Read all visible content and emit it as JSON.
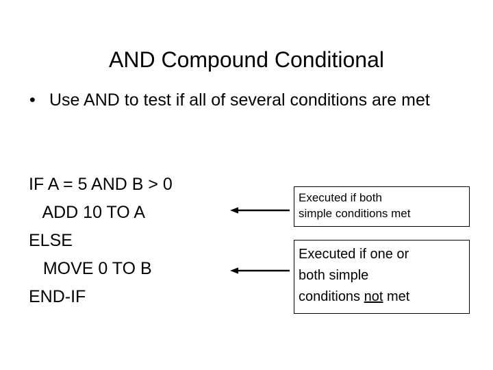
{
  "slide": {
    "title": "AND Compound Conditional",
    "background_color": "#ffffff",
    "text_color": "#000000"
  },
  "bullets": [
    {
      "marker": "•",
      "text": "Use AND to test if all of several conditions are met"
    }
  ],
  "code_block": {
    "lines": [
      "IF A = 5 AND B > 0",
      "   ADD 10 TO A",
      "ELSE",
      "   MOVE 0 TO B",
      "END-IF"
    ]
  },
  "callouts": [
    {
      "id": "then-branch",
      "lines": [
        "Executed if both",
        "simple conditions met"
      ],
      "emphasis": ""
    },
    {
      "id": "else-branch",
      "line1": "Executed if one or",
      "line2": "both simple",
      "line3_before": "conditions ",
      "line3_emphasis": "not",
      "line3_after": " met"
    }
  ],
  "arrows": [
    {
      "id": "arrow-then",
      "direction": "left",
      "label": "points from then-callout to ADD 10 TO A"
    },
    {
      "id": "arrow-else",
      "direction": "left",
      "label": "points from else-callout to MOVE 0 TO B"
    }
  ]
}
